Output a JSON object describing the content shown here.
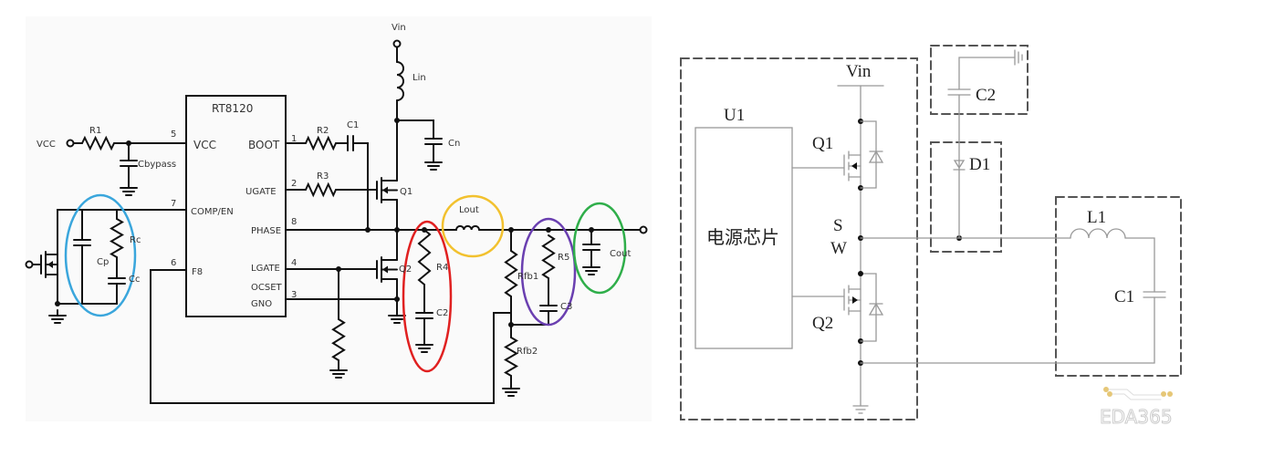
{
  "left_schematic": {
    "ic_name": "RT8120",
    "ic_pins": {
      "vcc": {
        "num": "5",
        "name": "VCC"
      },
      "comp": {
        "num": "7",
        "name": "COMP/EN"
      },
      "fb": {
        "num": "6",
        "name": "F8"
      },
      "boot": {
        "num": "1",
        "name": "BOOT"
      },
      "ugate": {
        "num": "2",
        "name": "UGATE"
      },
      "phase": {
        "num": "8",
        "name": "PHASE"
      },
      "lgate": {
        "num": "4",
        "name": "LGATE"
      },
      "ocset": {
        "num": "3",
        "name": "OCSET"
      },
      "gnd": {
        "name": "GNO"
      }
    },
    "labels": {
      "vcc": "VCC",
      "r1": "R1",
      "cbypass": "Cbypass",
      "r2": "R2",
      "c1": "C1",
      "r3": "R3",
      "vin": "Vin",
      "lin": "Lin",
      "cn": "Cn",
      "q1": "Q1",
      "q2": "Q2",
      "lout": "Lout",
      "r4": "R4",
      "c2": "C2",
      "rfb1": "Rfb1",
      "rfb2": "Rfb2",
      "r5": "R5",
      "c3": "C3",
      "cout": "Cout",
      "cp": "Cp",
      "rc": "Rc",
      "cc": "Cc"
    },
    "highlight_colors": {
      "comp_network": "#3aa6dc",
      "snubber": "#e02020",
      "lout": "#f2c12e",
      "feedforward": "#6a3fb0",
      "cout": "#2fae4a"
    }
  },
  "right_schematic": {
    "ic_ref": "U1",
    "ic_text": "电源芯片",
    "vin": "Vin",
    "q1": "Q1",
    "q2": "Q2",
    "sw_s": "S",
    "sw_w": "W",
    "c2": "C2",
    "d1": "D1",
    "l1": "L1",
    "c1": "C1",
    "watermark": "EDA365"
  }
}
